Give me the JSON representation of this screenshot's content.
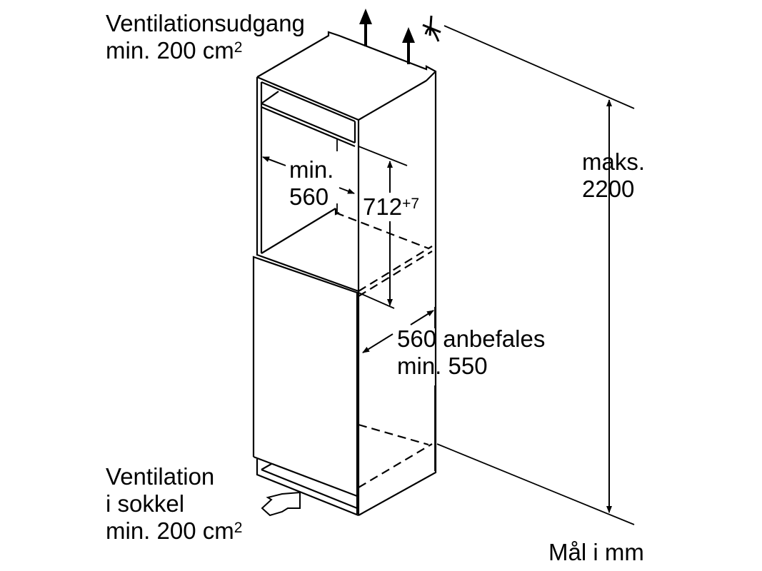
{
  "labels": {
    "vent_out_line1": "Ventilationsudgang",
    "vent_out_line2": "min. 200 cm",
    "vent_out_sup": "2",
    "width_min_line1": "min.",
    "width_min_line2": "560",
    "niche_height": "712",
    "niche_height_tol": "+7",
    "max_height_line1": "maks.",
    "max_height_line2": "2200",
    "depth_line1": "560 anbefales",
    "depth_line2": "min. 550",
    "vent_in_line1": "Ventilation",
    "vent_in_line2": "i sokkel",
    "vent_in_line3": "min. 200 cm",
    "vent_in_sup": "2",
    "units": "Mål i mm"
  }
}
